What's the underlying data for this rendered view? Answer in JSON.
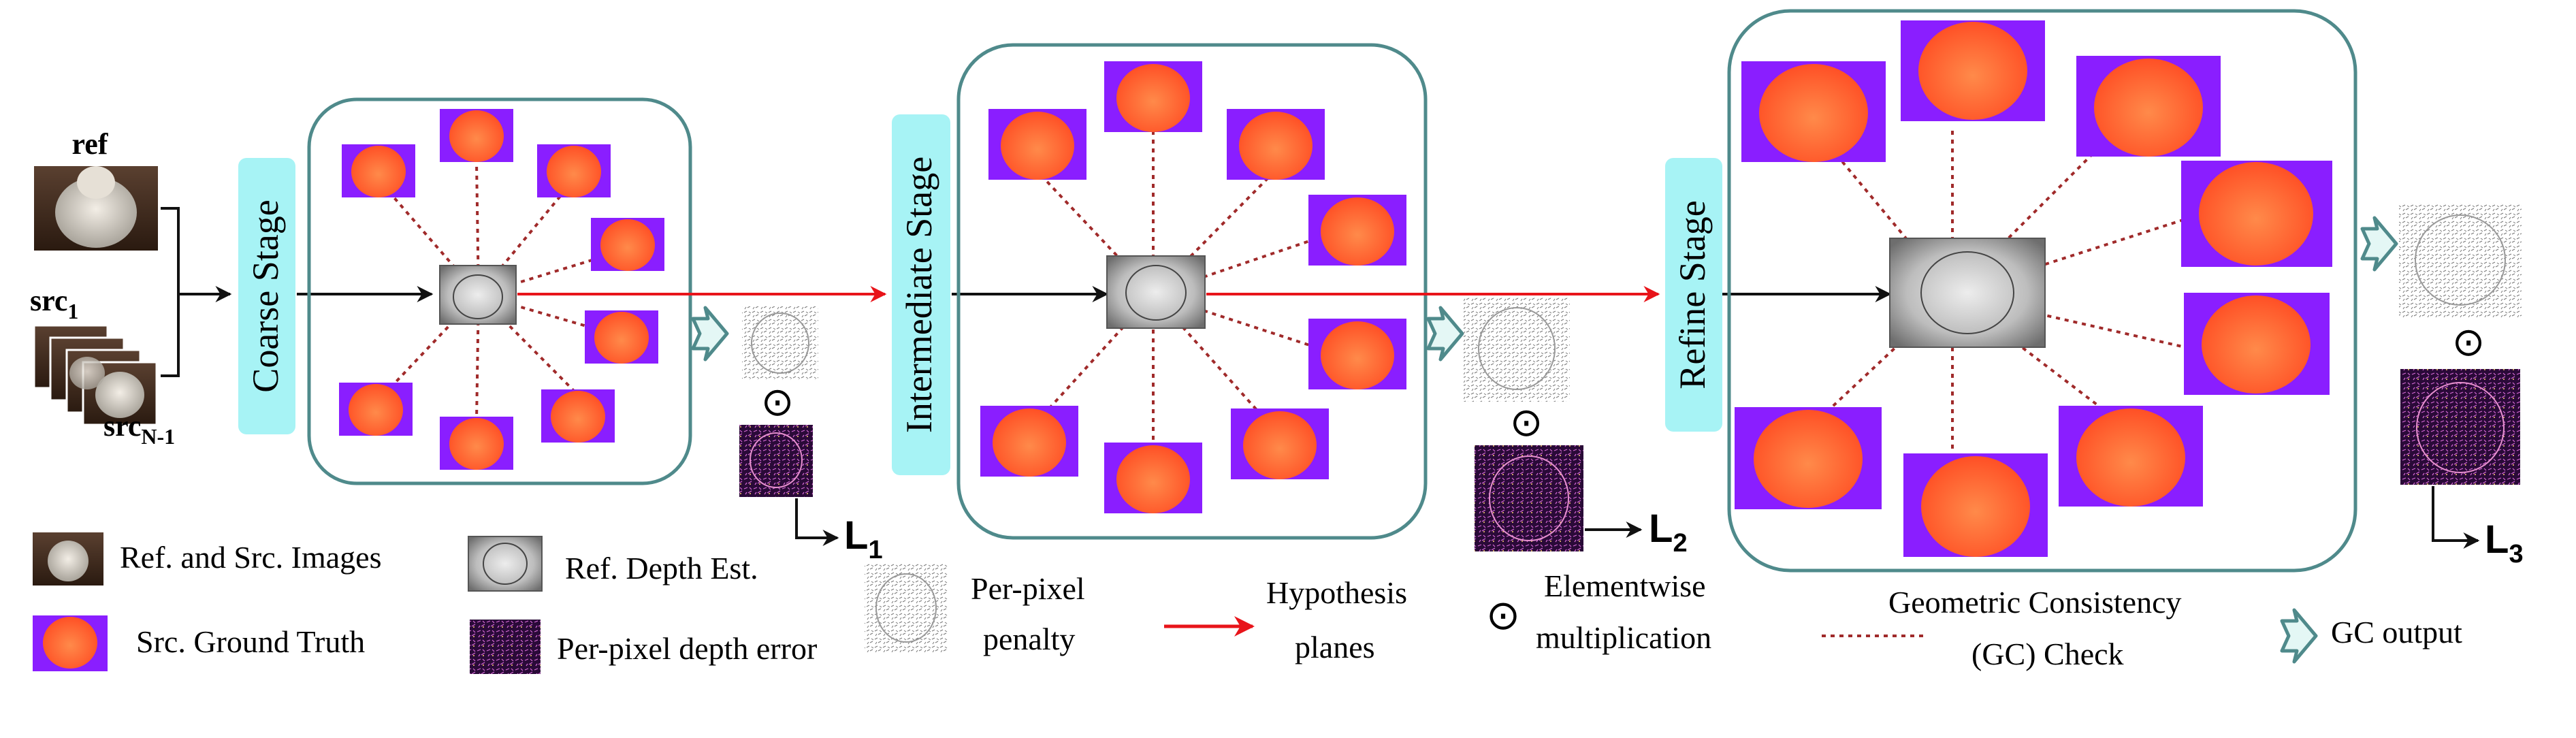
{
  "inputs": {
    "ref_label": "ref",
    "src1_main": "src",
    "src1_sub": "1",
    "srcN_main": "src",
    "srcN_sub": "N-1"
  },
  "stages": {
    "coarse": "Coarse Stage",
    "intermediate": "Intermediate Stage",
    "refine": "Refine Stage"
  },
  "losses": {
    "l1_main": "L",
    "l1_sub": "1",
    "l2_main": "L",
    "l2_sub": "2",
    "l3_main": "L",
    "l3_sub": "3"
  },
  "symbols": {
    "odot": "⊙"
  },
  "legend": {
    "ref_src_images": "Ref. and Src. Images",
    "src_ground_truth": "Src. Ground Truth",
    "ref_depth_est": "Ref. Depth Est.",
    "per_pixel_depth_error": "Per-pixel depth error",
    "per_pixel_penalty_1": "Per-pixel",
    "per_pixel_penalty_2": "penalty",
    "hypothesis_1": "Hypothesis",
    "hypothesis_2": "planes",
    "elementwise_1": "Elementwise",
    "elementwise_2": "multiplication",
    "gc_check_1": "Geometric Consistency",
    "gc_check_2": "(GC) Check",
    "gc_output": "GC output"
  },
  "colors": {
    "stage_box": "#4f8a8b",
    "stage_label_bg": "#a7f3f5",
    "hypothesis_arrow": "#e8141a",
    "gc_dotted": "#a02a2a",
    "gt_background": "#8a1eff",
    "gt_foreground": "#ff6a3a",
    "error_map": "#3a0f4a"
  }
}
